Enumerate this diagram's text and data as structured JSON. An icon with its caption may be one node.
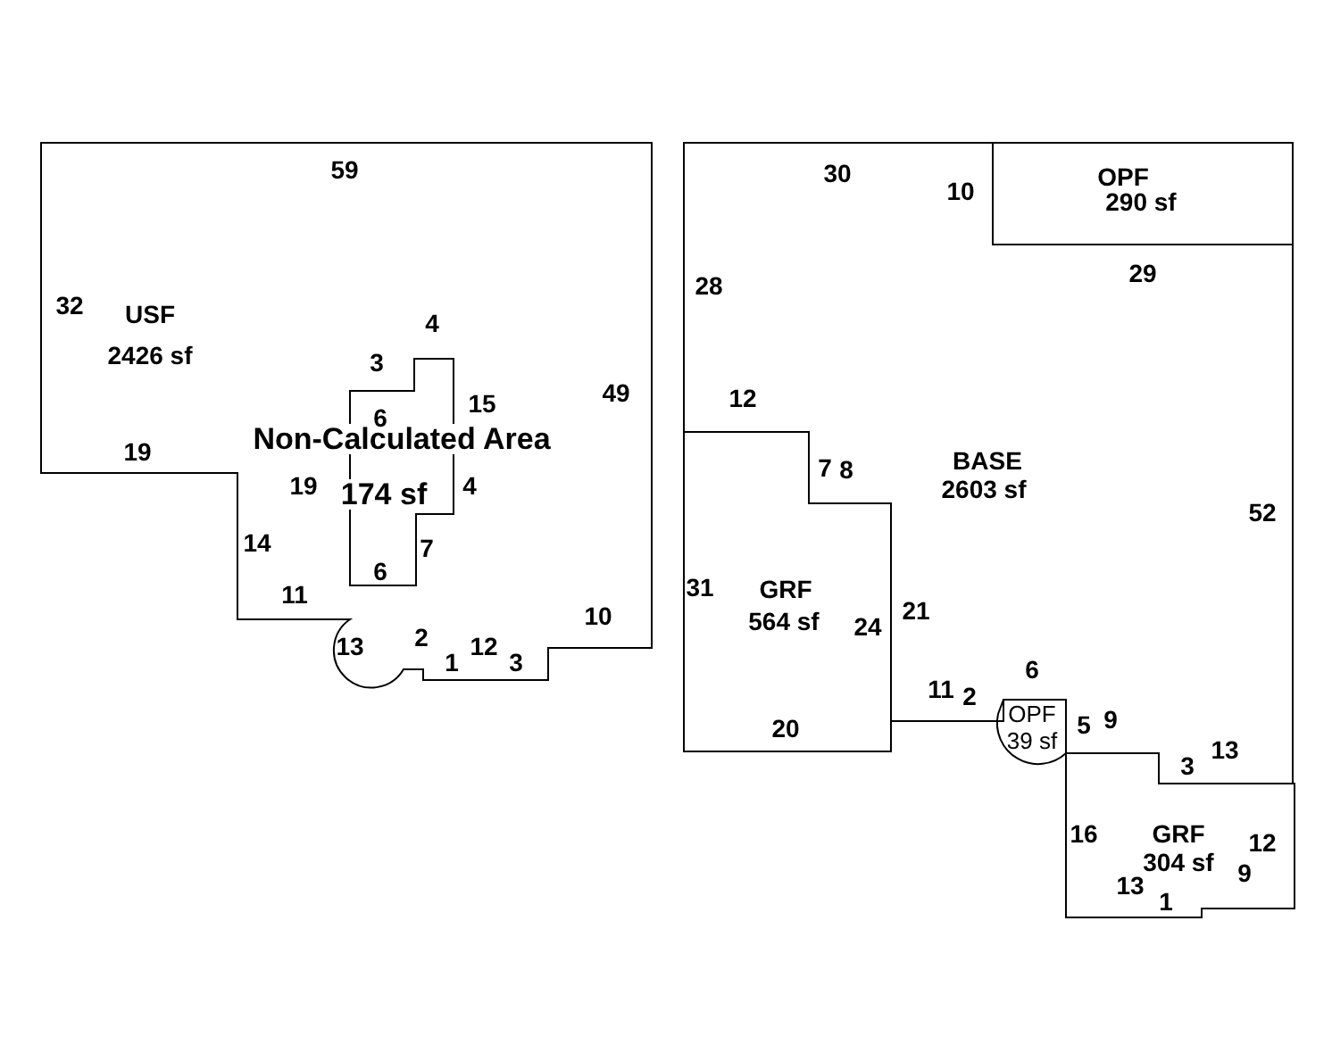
{
  "diagram": {
    "nodes": [
      {
        "text": [
          "USF",
          "2426 sf"
        ]
      },
      {
        "text": [
          "Non-Calculated Area",
          "174 sf"
        ],
        "in": 0
      },
      {
        "text": [
          "BASE",
          "2603 sf"
        ]
      },
      {
        "text": [
          "OPF",
          "290 sf"
        ],
        "in": 2
      },
      {
        "text": [
          "GRF",
          "564 sf"
        ]
      },
      {
        "text": [
          "OPF",
          "39 sf"
        ]
      },
      {
        "text": [
          "GRF",
          "304 sf"
        ]
      }
    ],
    "edges": [],
    "labels": [
      "59",
      "30",
      "10",
      "29",
      "28",
      "32",
      "4",
      "3",
      "49",
      "12",
      "6",
      "15",
      "19",
      "7",
      "8",
      "19",
      "4",
      "52",
      "14",
      "7",
      "6",
      "31",
      "11",
      "21",
      "10",
      "24",
      "2",
      "13",
      "12",
      "1",
      "3",
      "6",
      "11",
      "2",
      "9",
      "5",
      "20",
      "13",
      "3",
      "16",
      "12",
      "9",
      "13",
      "1"
    ]
  }
}
